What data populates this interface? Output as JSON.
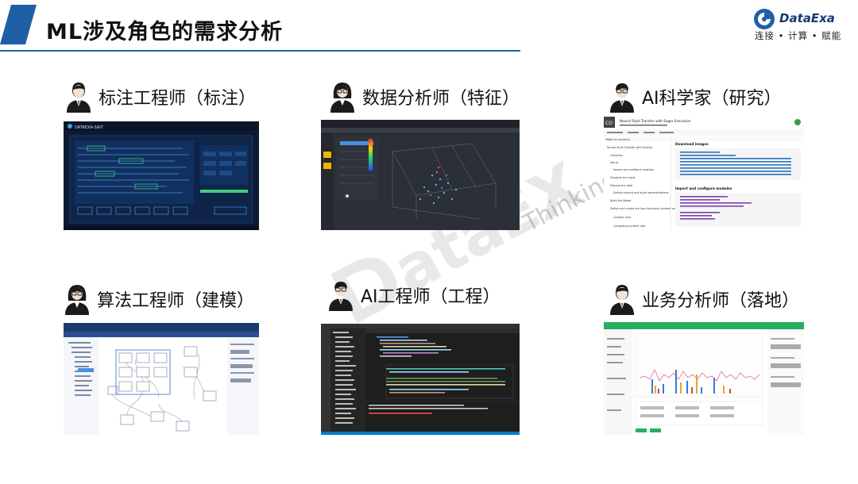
{
  "header": {
    "title": "ML涉及角色的需求分析",
    "logo_name": "DataExa",
    "logo_tagline": "连接 • 计算 • 赋能",
    "accent_color": "#1f5fa6"
  },
  "watermark": {
    "text": "Thinking"
  },
  "roles": [
    {
      "label": "标注工程师（标注）",
      "icon": "person-icon",
      "screenshot": "labeling-platform"
    },
    {
      "label": "数据分析师（特征）",
      "icon": "person-female-icon",
      "screenshot": "3d-feature-plot"
    },
    {
      "label": "AI科学家（研究）",
      "icon": "person-icon",
      "screenshot": "colab-notebook"
    },
    {
      "label": "算法工程师（建模）",
      "icon": "person-female-icon",
      "screenshot": "workflow-canvas"
    },
    {
      "label": "AI工程师（工程）",
      "icon": "person-icon",
      "screenshot": "code-editor"
    },
    {
      "label": "业务分析师（落地）",
      "icon": "person-icon",
      "screenshot": "business-dashboard"
    }
  ],
  "shots": {
    "labeling": {
      "brand": "DATAEXA-SAIT"
    },
    "colab": {
      "title": "Neural Style Transfer with Eager Execution",
      "toc_header": "Table of contents",
      "toc": [
        "Neural Style Transfer with tf.keras",
        "Overview",
        "Setup",
        "Import and configure modules",
        "Visualize the input",
        "Prepare the data",
        "Define content and style representations",
        "Build the Model",
        "Define and create our loss functions (content and style distances)",
        "Content Loss",
        "Computing content loss"
      ],
      "section1": "Download images",
      "section2": "Import and configure modules"
    }
  }
}
